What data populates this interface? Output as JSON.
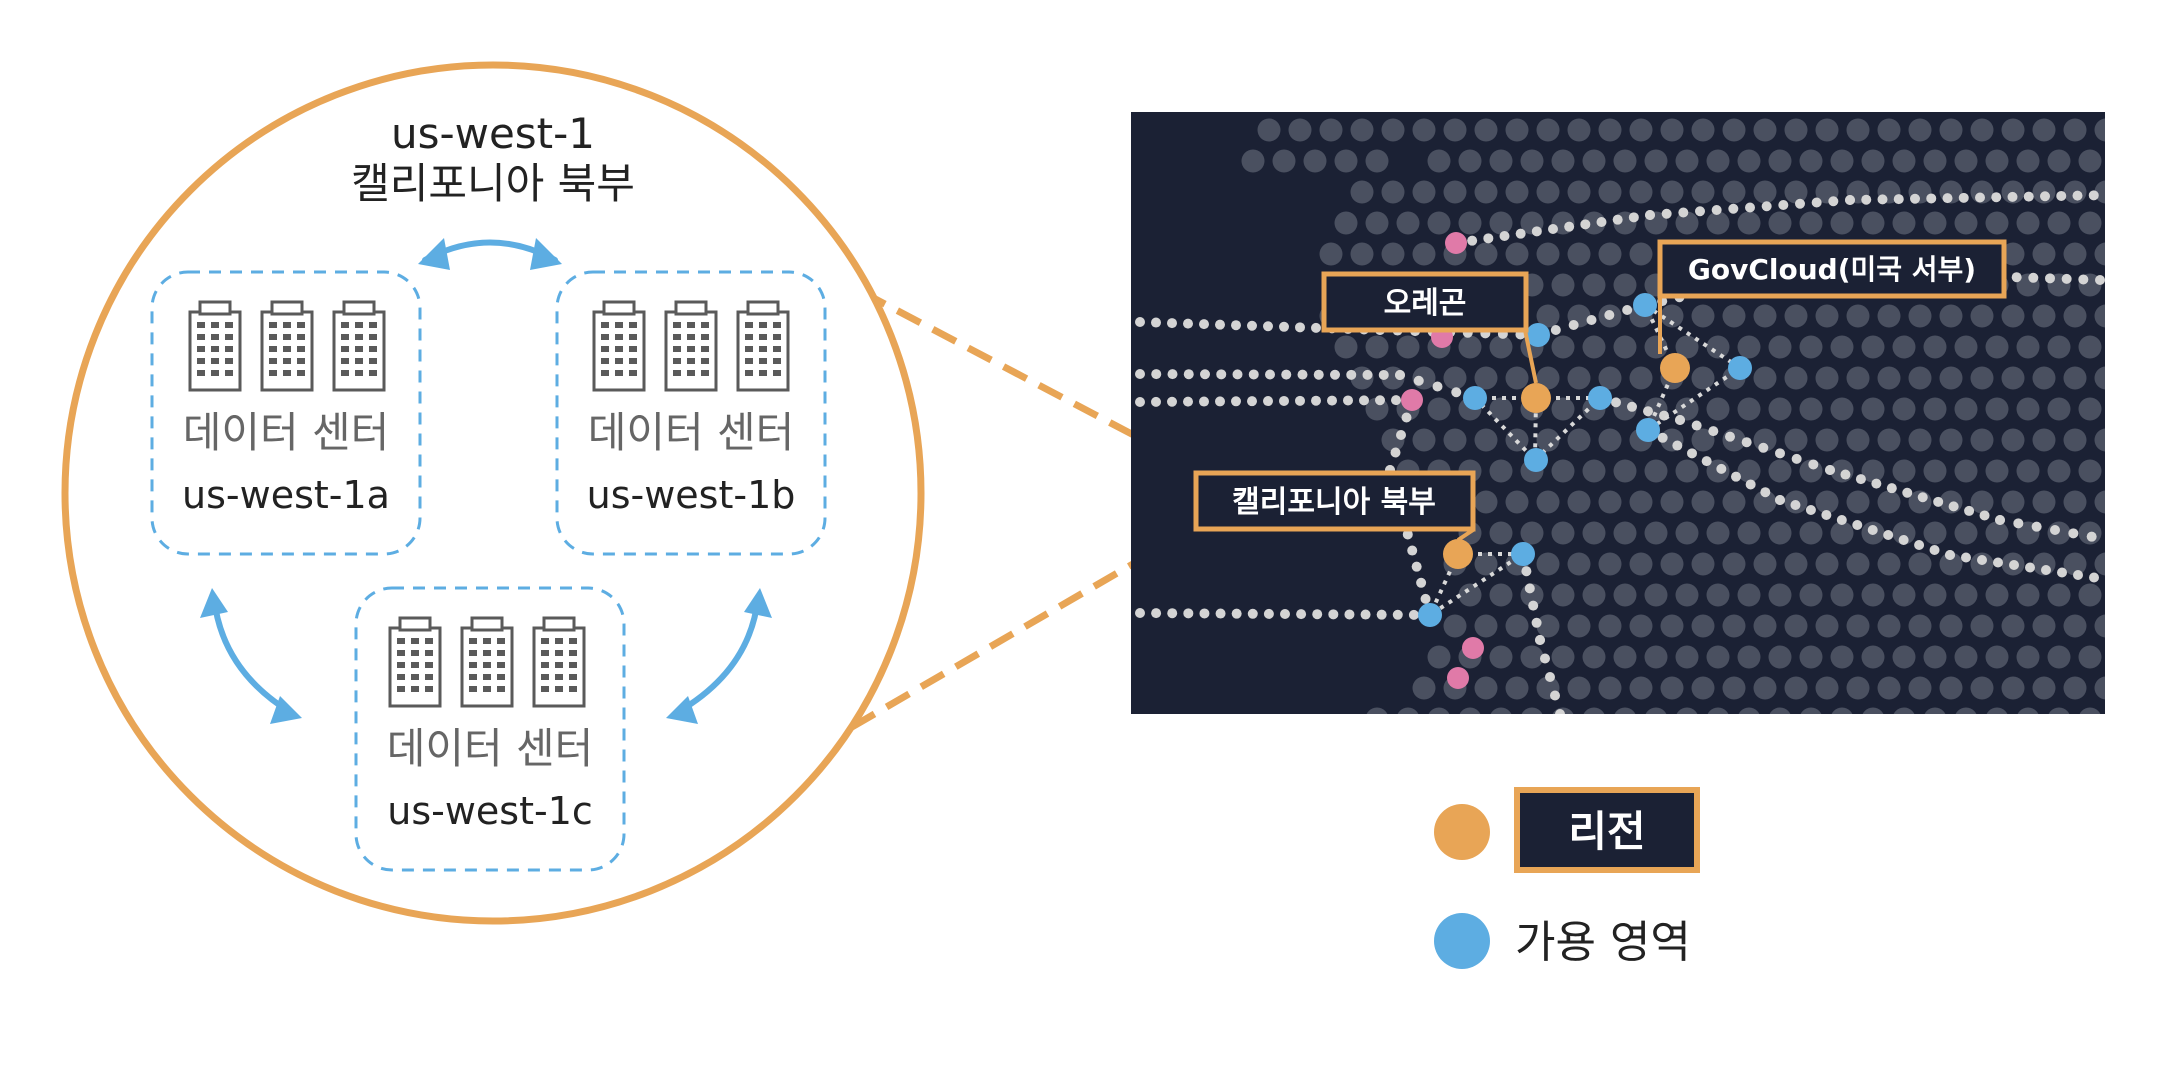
{
  "region": {
    "code": "us-west-1",
    "name": "캘리포니아 북부"
  },
  "datacenters": [
    {
      "label": "데이터 센터",
      "zone": "us-west-1a"
    },
    {
      "label": "데이터 센터",
      "zone": "us-west-1b"
    },
    {
      "label": "데이터 센터",
      "zone": "us-west-1c"
    }
  ],
  "map": {
    "labels": {
      "oregon": "오레곤",
      "govcloud": "GovCloud(미국 서부)",
      "california": "캘리포니아 북부"
    }
  },
  "legend": {
    "region": "리전",
    "az": "가용 영역"
  },
  "colors": {
    "orange": "#E8A556",
    "blue": "#5DADE2",
    "pink": "#E07AA8",
    "navy": "#1B2134",
    "text": "#222222",
    "gray_text": "#666666",
    "building": "#5a5a5a"
  }
}
